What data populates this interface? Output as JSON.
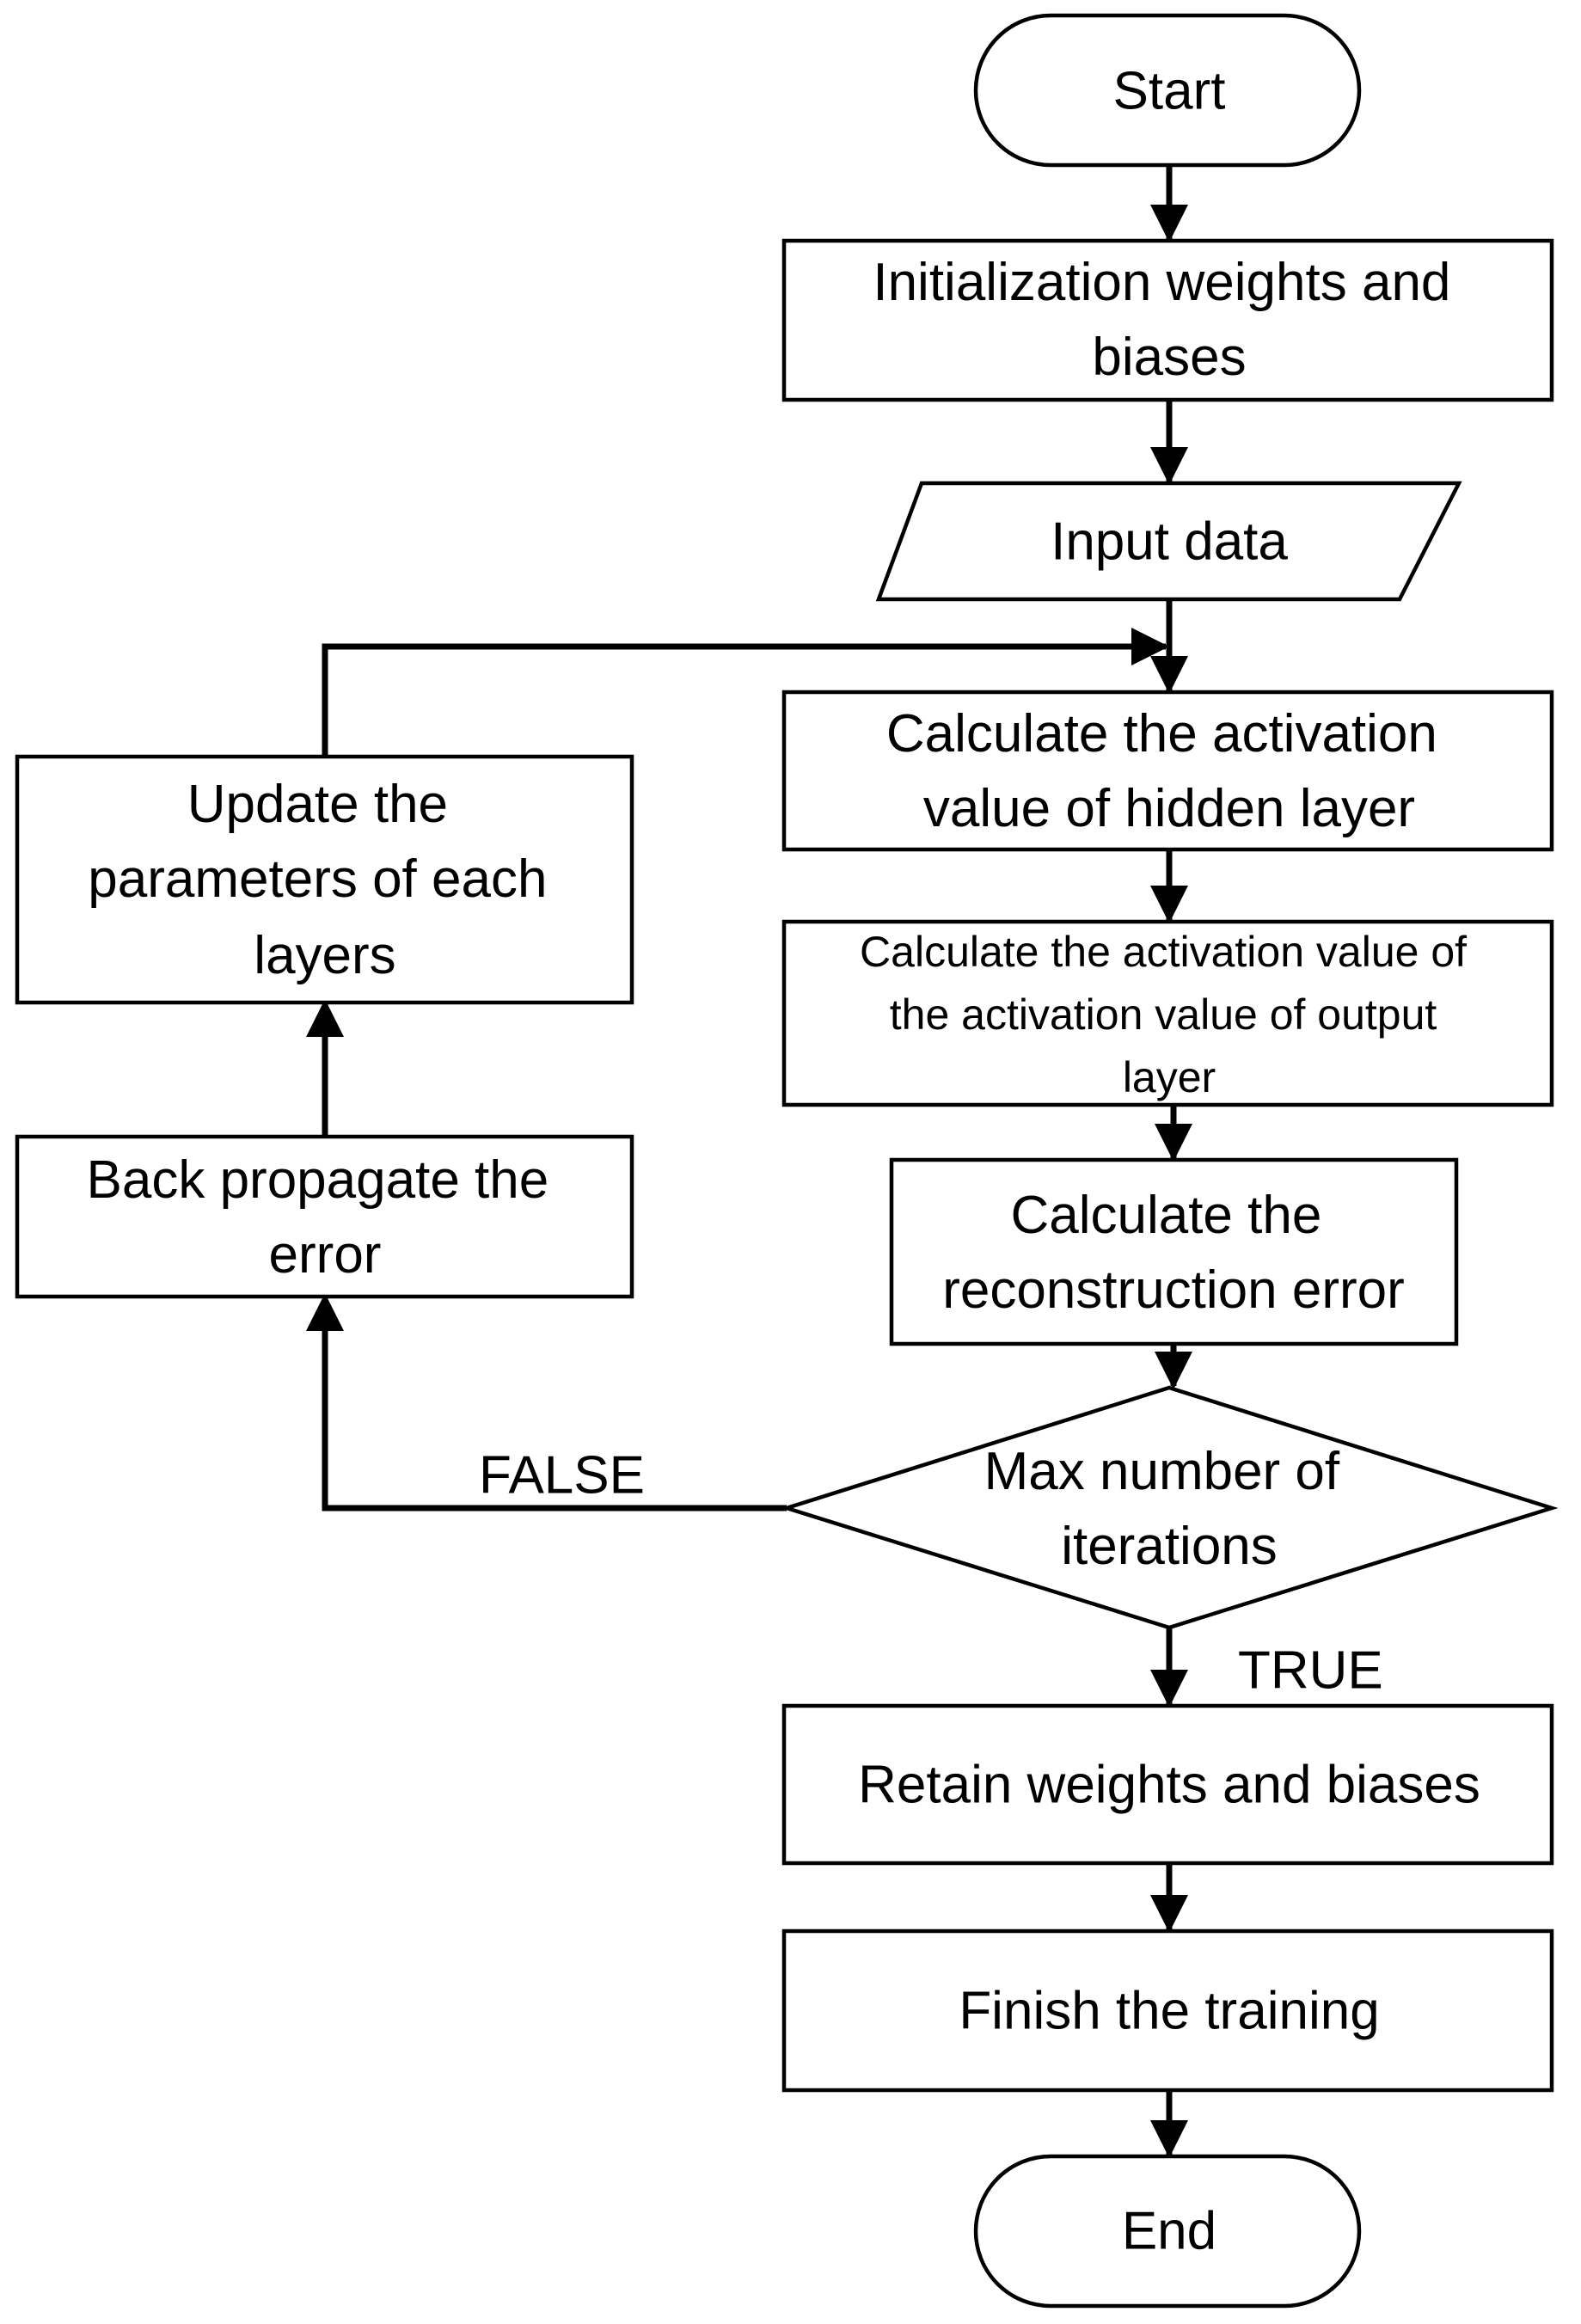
{
  "nodes": {
    "start": "Start",
    "init": [
      "Initialization weights and",
      "biases"
    ],
    "input": "Input data",
    "calc_hidden": [
      "Calculate the activation",
      "value of hidden layer"
    ],
    "calc_output": [
      "Calculate the activation value of",
      "the activation value of output",
      "layer"
    ],
    "calc_error": [
      "Calculate the",
      "reconstruction error"
    ],
    "decision": [
      "Max number of",
      "iterations"
    ],
    "retain": "Retain weights and biases",
    "finish": "Finish the training",
    "end": "End",
    "backprop": [
      "Back propagate the",
      "error"
    ],
    "update": [
      "Update the",
      "parameters of each",
      "layers"
    ]
  },
  "labels": {
    "false": "FALSE",
    "true": "TRUE"
  },
  "colors": {
    "stroke": "#000000",
    "fill": "#ffffff",
    "text": "#000000"
  }
}
